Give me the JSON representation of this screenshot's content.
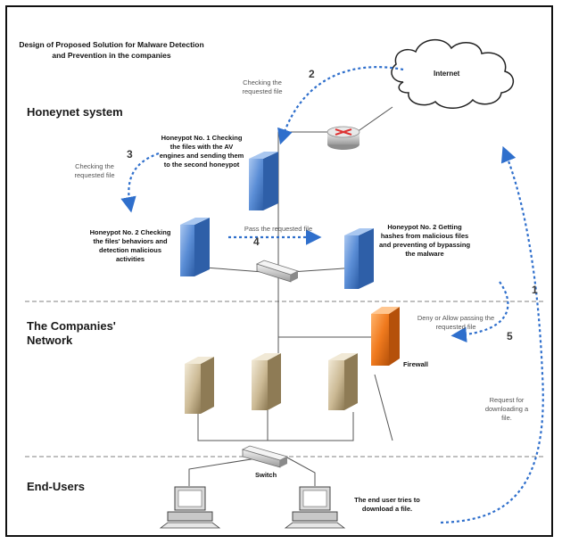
{
  "title": "Design of Proposed Solution for Malware Detection and Prevention in the companies",
  "sections": {
    "honeynet": "Honeynet system",
    "network": "The Companies' Network",
    "end_users": "End-Users"
  },
  "internet_label": "Internet",
  "honeypots": {
    "hp1": "Honeypot No. 1 Checking the files with the AV engines and sending them to the second honeypot",
    "hp2_left": "Honeypot No. 2 Checking the files' behaviors and detection malicious activities",
    "hp2_right": "Honeypot No. 2 Getting hashes from malicious files and preventing of bypassing the malware"
  },
  "devices": {
    "firewall": "Firewall",
    "switch": "Switch"
  },
  "flow_notes": {
    "n1": "Request for downloading a file.",
    "n2": "Checking the requested file",
    "n3": "Checking the requested file",
    "n4": "Pass the requested file",
    "n5": "Deny or Allow passing the requested file",
    "end_user": "The end user tries to download a file."
  },
  "step_numbers": [
    "1",
    "2",
    "3",
    "4",
    "5"
  ],
  "colors": {
    "honeypot": "#5b8ed6",
    "server": "#cbb994",
    "firewall": "#f07a1e",
    "arrow": "#2f6fcc",
    "line": "#555555",
    "separator": "#9a9a9a"
  },
  "icons": {
    "router": "router-icon",
    "cloud": "cloud-icon",
    "computer": "desktop-computer-icon"
  }
}
